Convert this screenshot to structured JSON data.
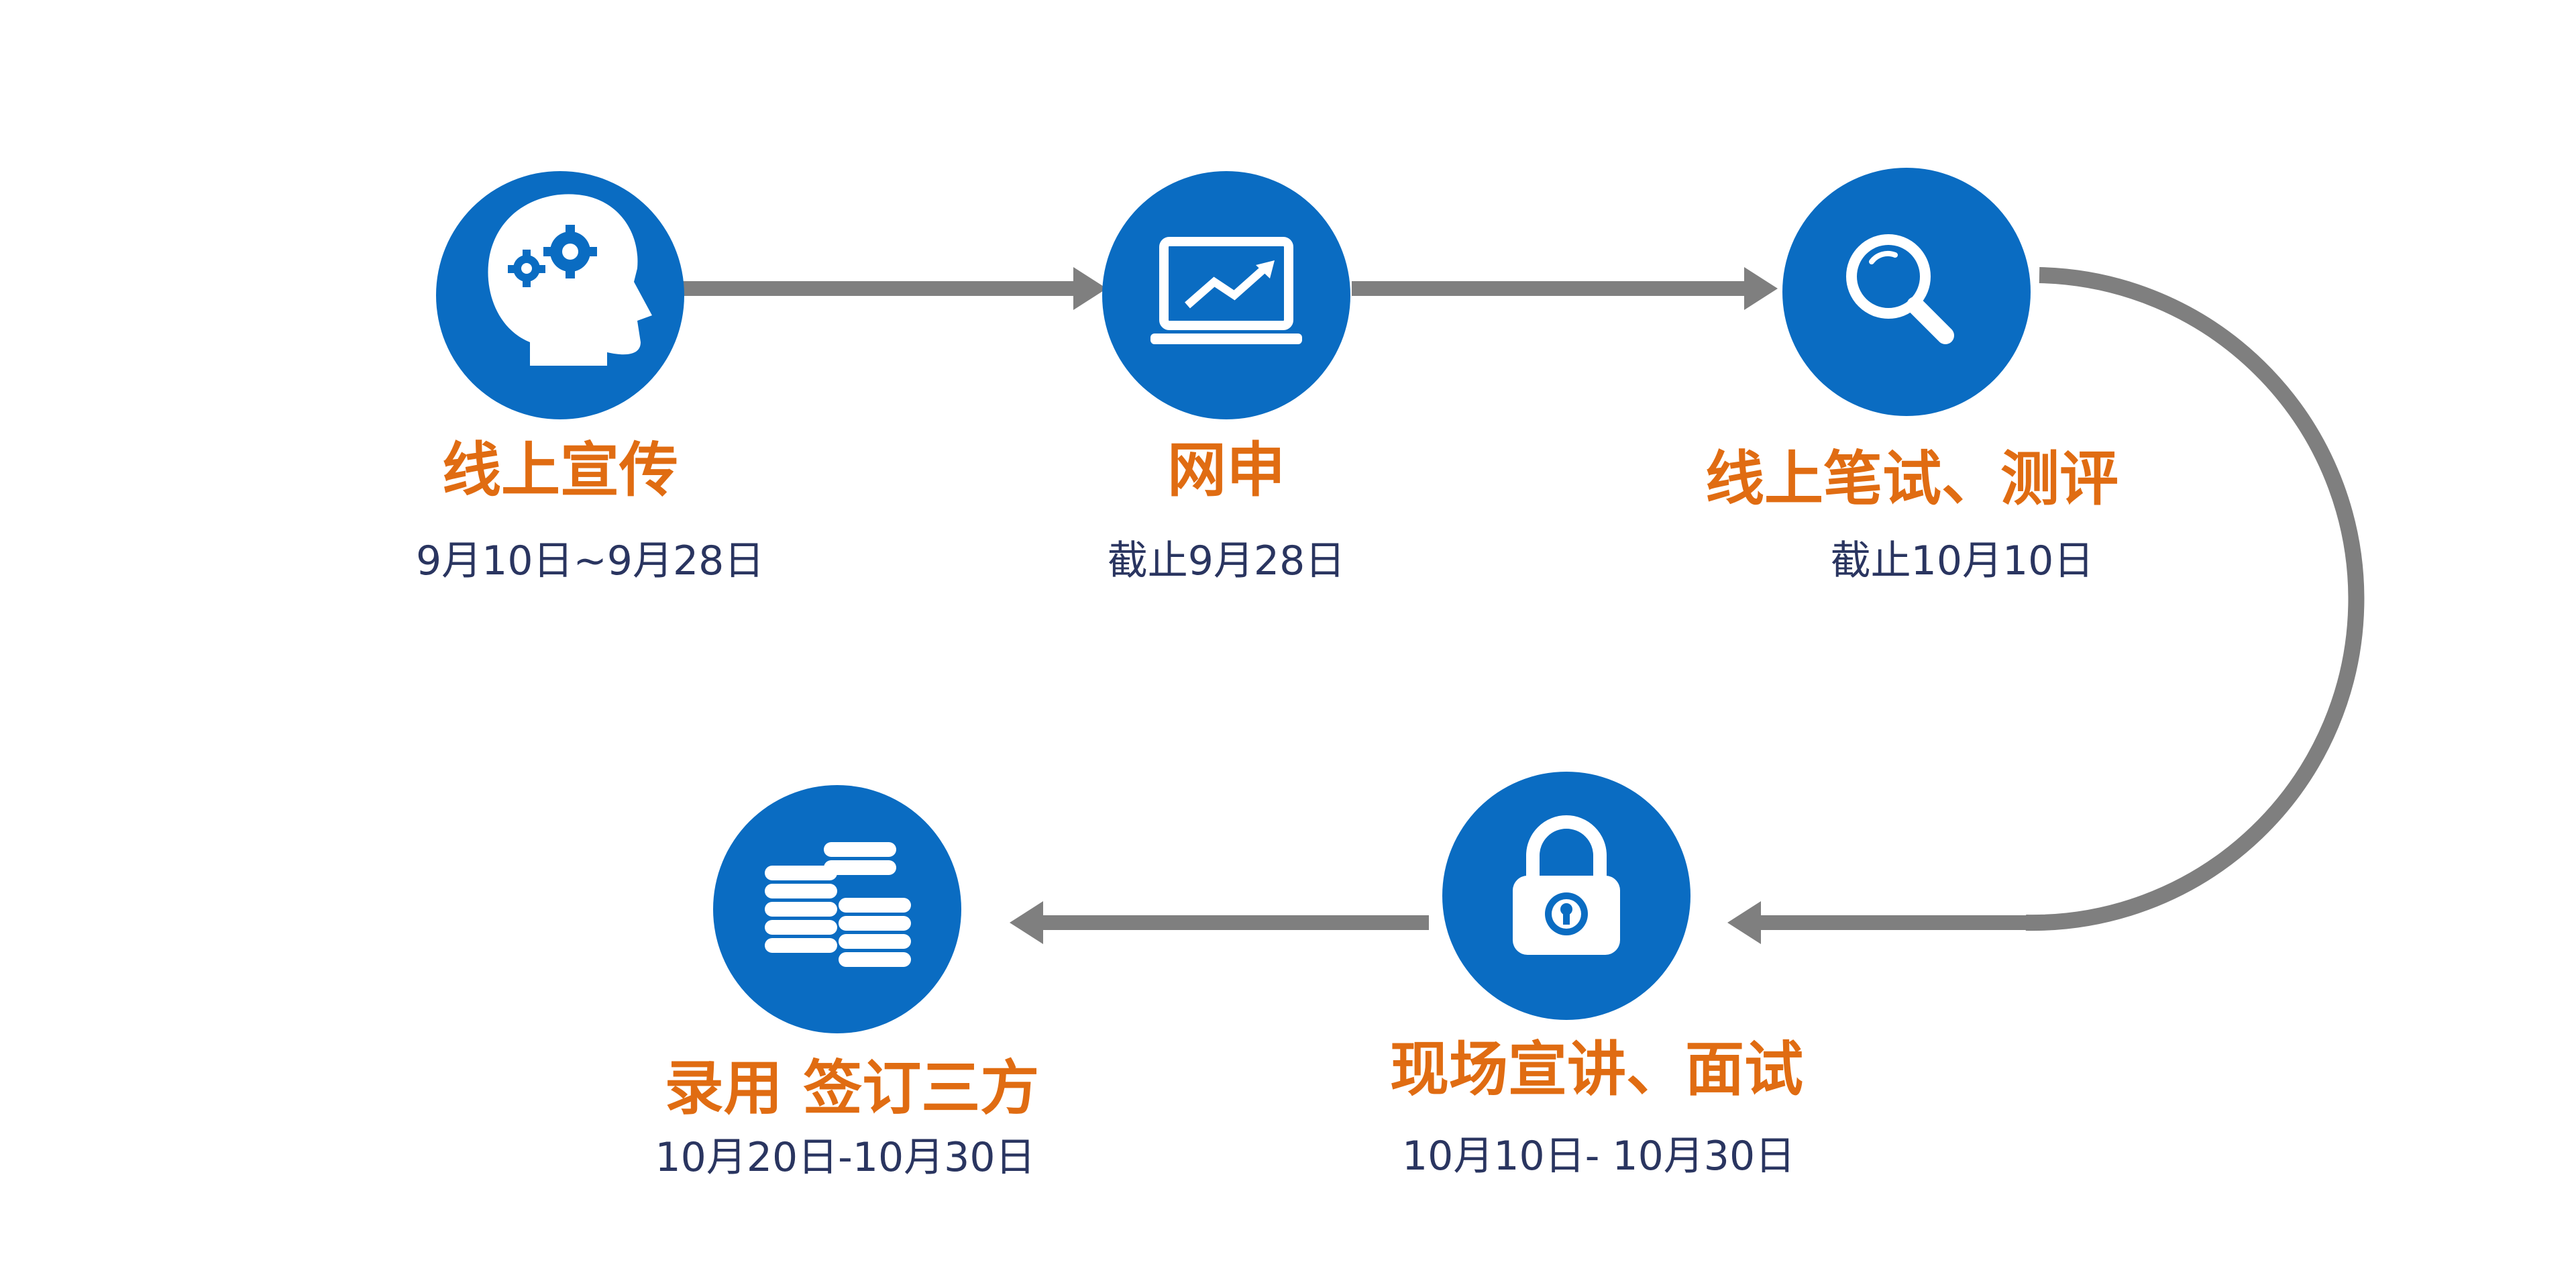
{
  "colors": {
    "circle": "#0a6cc2",
    "arrow": "#7f7f7f",
    "title": "#e06c12",
    "date": "#2a3560",
    "icon": "#ffffff"
  },
  "steps": [
    {
      "title": "线上宣传",
      "date": "9月10日~9月28日",
      "icon": "head-gears-icon"
    },
    {
      "title": "网申",
      "date": "截止9月28日",
      "icon": "laptop-chart-icon"
    },
    {
      "title": "线上笔试、测评",
      "date": "截止10月10日",
      "icon": "magnifier-icon"
    },
    {
      "title": "现场宣讲、面试",
      "date": "10月10日- 10月30日",
      "icon": "padlock-icon"
    },
    {
      "title": "录用 签订三方",
      "date": "10月20日-10月30日",
      "icon": "coin-stacks-icon"
    }
  ]
}
